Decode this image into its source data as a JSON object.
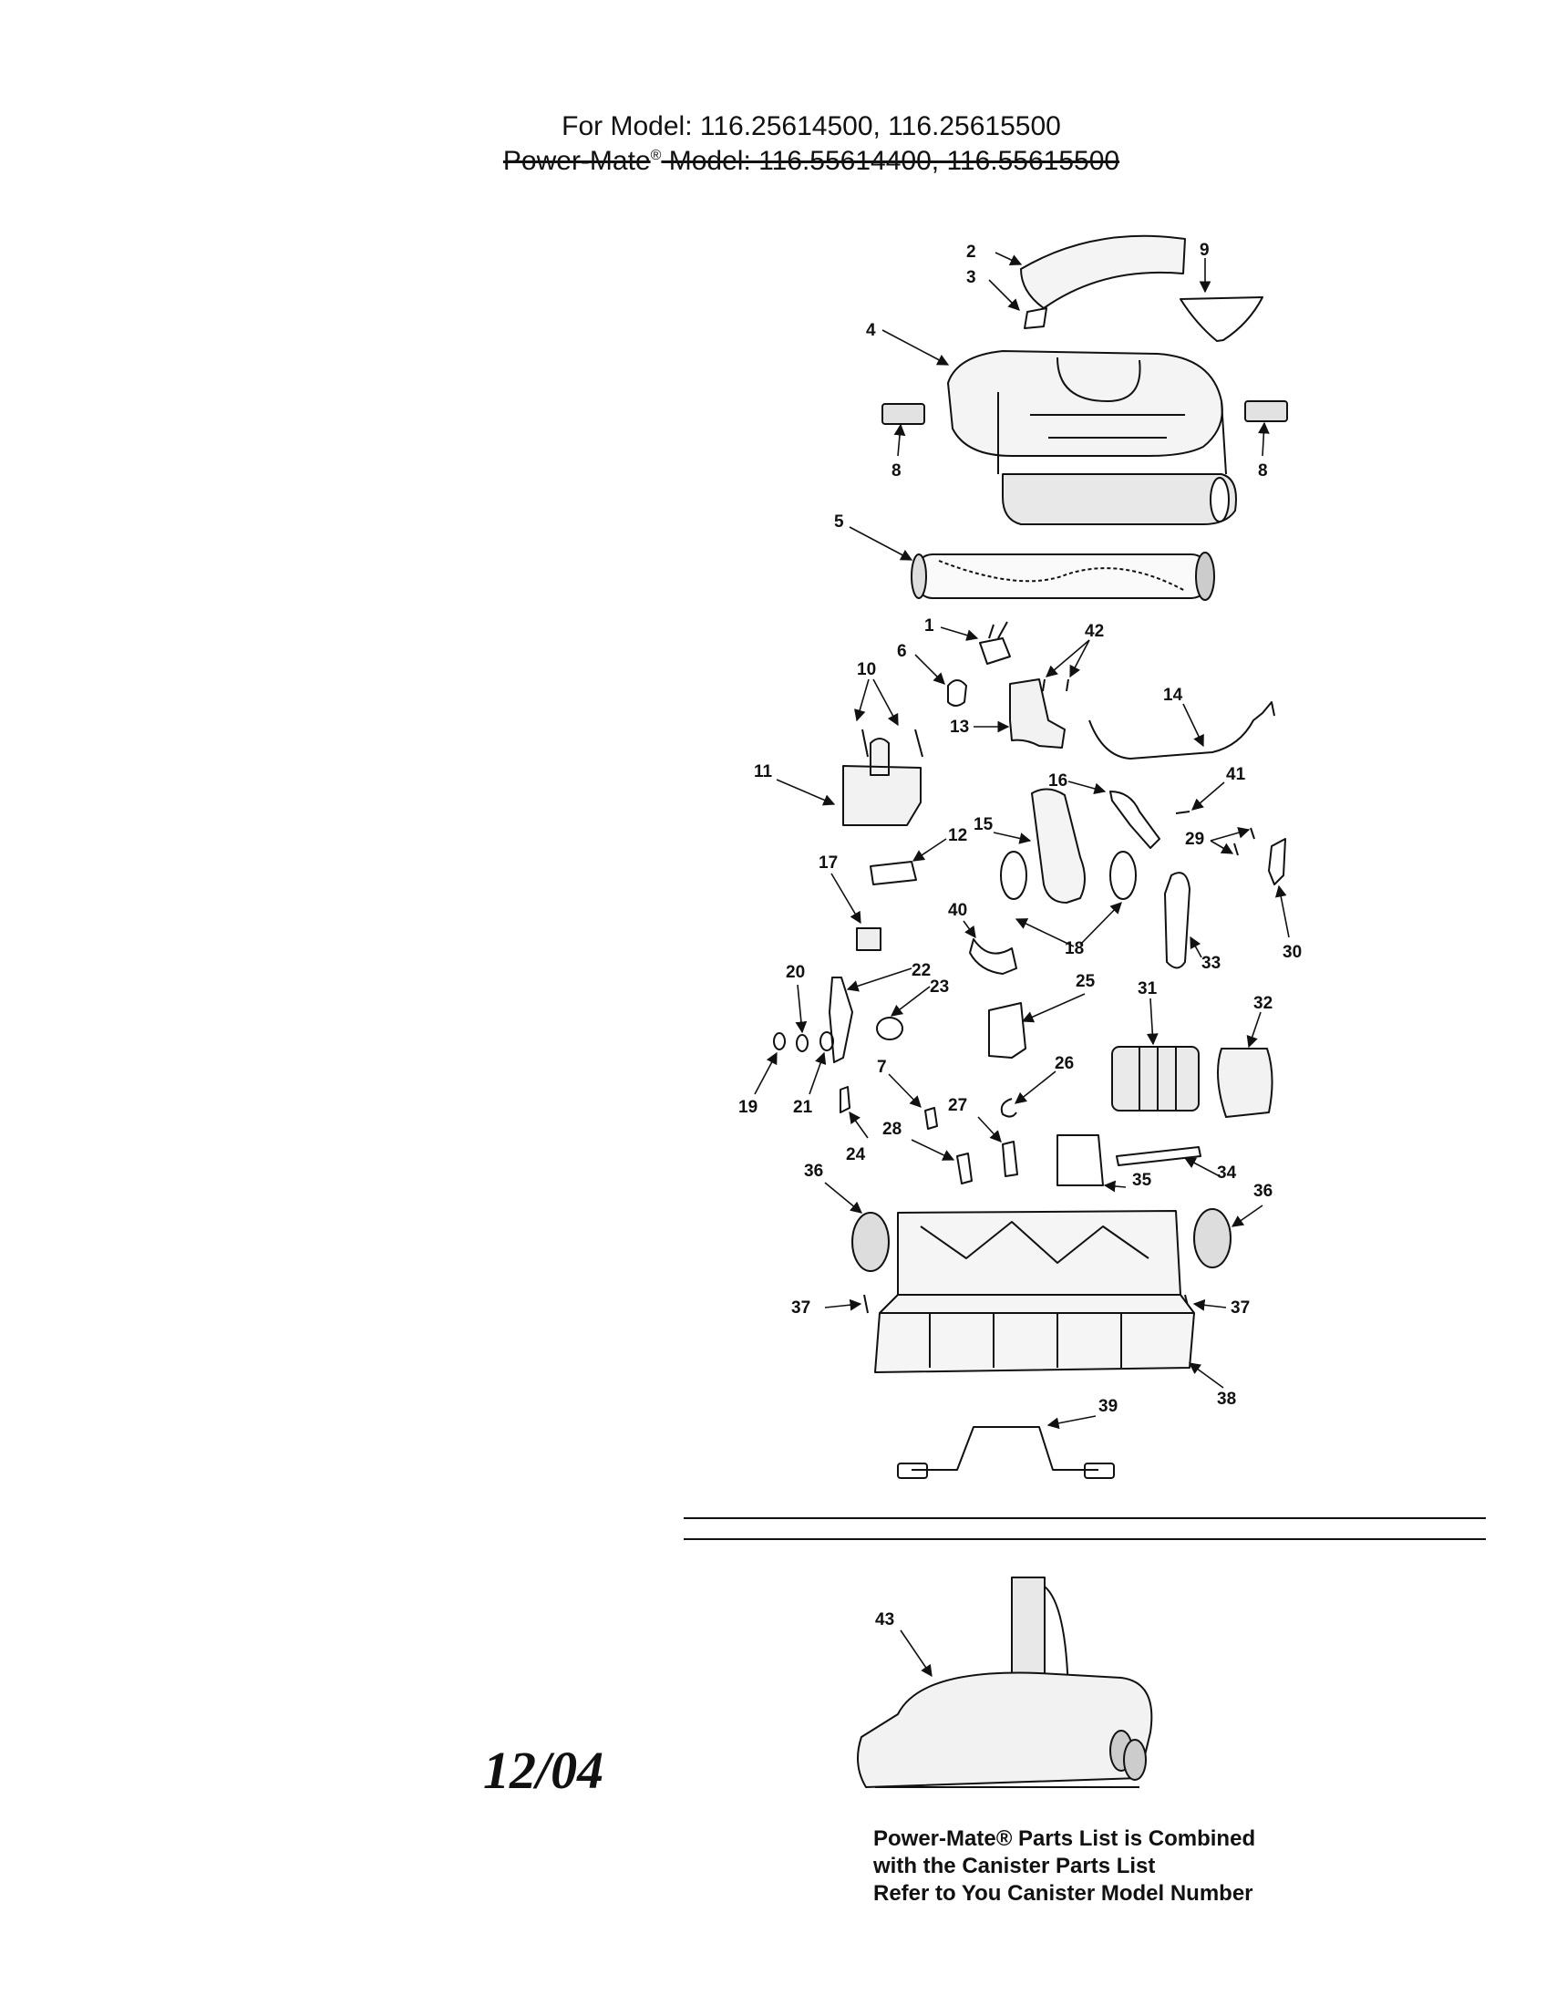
{
  "header": {
    "line1": "For Model:  116.25614500, 116.25615500",
    "line2_prefix": "Power-Mate",
    "line2_reg": "®",
    "line2_model": " Model:  116.55614400, 116.55615500"
  },
  "callouts": [
    "1",
    "2",
    "3",
    "4",
    "5",
    "6",
    "7",
    "8",
    "8",
    "9",
    "10",
    "11",
    "12",
    "13",
    "14",
    "15",
    "16",
    "17",
    "18",
    "19",
    "20",
    "21",
    "22",
    "23",
    "24",
    "25",
    "26",
    "27",
    "28",
    "29",
    "30",
    "31",
    "32",
    "33",
    "34",
    "35",
    "36",
    "36",
    "37",
    "37",
    "38",
    "39",
    "40",
    "41",
    "42",
    "43"
  ],
  "date_mark": "12/04",
  "note": {
    "line1": "Power-Mate® Parts List is Combined",
    "line2": "with the Canister Parts List",
    "line3": "Refer to You Canister Model Number"
  }
}
